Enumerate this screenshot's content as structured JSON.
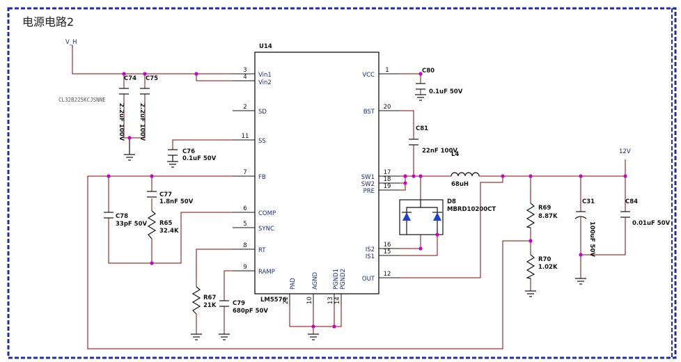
{
  "title": "电源电路2",
  "colors": {
    "border": "#1f2fa0",
    "wire": "#8b0000",
    "junction": "#cc00cc",
    "text": "#1a2a80",
    "device": "#111111"
  },
  "ic": {
    "ref": "U14",
    "part": "LM5576",
    "left_pins": [
      {
        "num": "3",
        "name": "Vin1"
      },
      {
        "num": "4",
        "name": "Vin2"
      },
      {
        "num": "2",
        "name": "SD"
      },
      {
        "num": "11",
        "name": "SS"
      },
      {
        "num": "7",
        "name": "FB"
      },
      {
        "num": "6",
        "name": "COMP"
      },
      {
        "num": "5",
        "name": "SYNC"
      },
      {
        "num": "8",
        "name": "RT"
      },
      {
        "num": "9",
        "name": "RAMP"
      }
    ],
    "right_pins": [
      {
        "num": "1",
        "name": "VCC"
      },
      {
        "num": "20",
        "name": "BST"
      },
      {
        "num": "17",
        "name": "SW1"
      },
      {
        "num": "18",
        "name": "SW2"
      },
      {
        "num": "19",
        "name": "PRE"
      },
      {
        "num": "16",
        "name": "IS2"
      },
      {
        "num": "15",
        "name": "IS1"
      },
      {
        "num": "12",
        "name": "OUT"
      }
    ],
    "bottom_pins": [
      {
        "num": "21",
        "name": "PAD"
      },
      {
        "num": "10",
        "name": "AGND"
      },
      {
        "num": "13",
        "name": "PGND1"
      },
      {
        "num": "14",
        "name": "PGND2"
      }
    ]
  },
  "nets": {
    "input": "V_H",
    "output": "12V"
  },
  "note": "CL32B225KCJSNNE",
  "components": {
    "c74": {
      "ref": "C74",
      "value": "2.2uF 100V"
    },
    "c75": {
      "ref": "C75",
      "value": "2.2uF 100V"
    },
    "c76": {
      "ref": "C76",
      "value": "0.1uF 50V"
    },
    "c77": {
      "ref": "C77",
      "value": "1.8nF 50V"
    },
    "c78": {
      "ref": "C78",
      "value": "33pF 50V"
    },
    "r65": {
      "ref": "R65",
      "value": "32.4K"
    },
    "r67": {
      "ref": "R67",
      "value": "21K"
    },
    "c79": {
      "ref": "C79",
      "value": "680pF 50V"
    },
    "c80": {
      "ref": "C80",
      "value": "0.1uF 50V"
    },
    "c81": {
      "ref": "C81",
      "value": "22nF 100V"
    },
    "l4": {
      "ref": "L4",
      "value": "68uH"
    },
    "d8": {
      "ref": "D8",
      "value": "MBRD10200CT"
    },
    "r69": {
      "ref": "R69",
      "value": "8.87K"
    },
    "r70": {
      "ref": "R70",
      "value": "1.02K"
    },
    "c31": {
      "ref": "C31",
      "value": "100uF 50V"
    },
    "c84": {
      "ref": "C84",
      "value": "0.01uF 50V"
    }
  }
}
